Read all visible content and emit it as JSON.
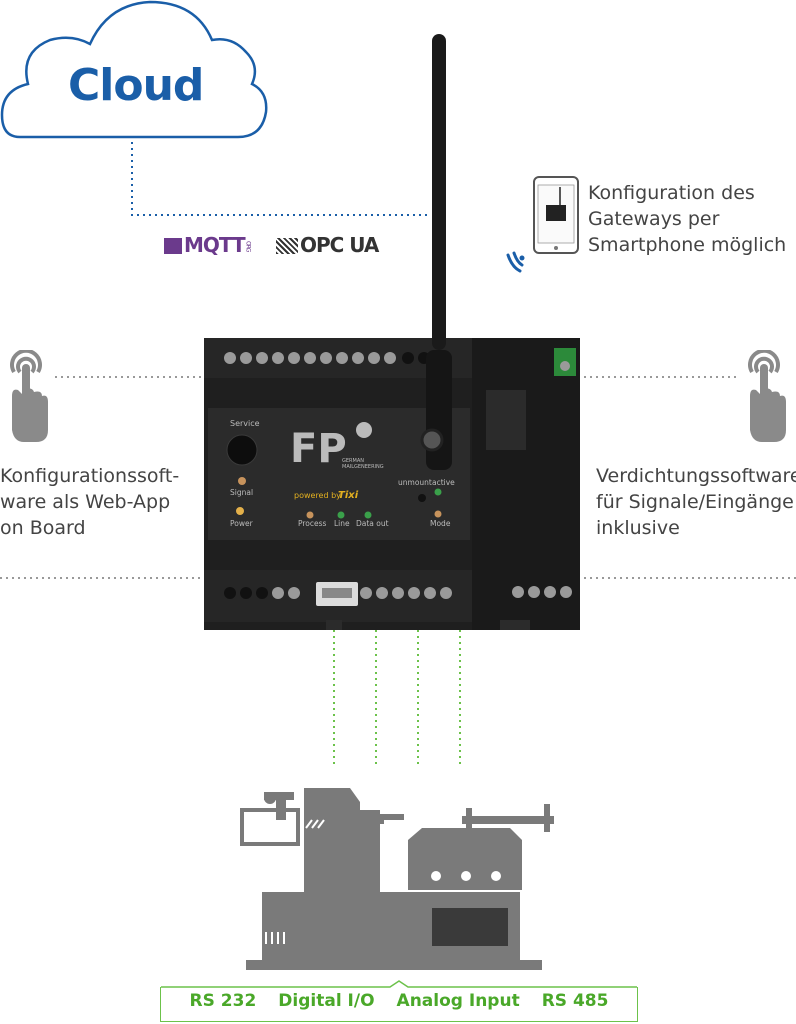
{
  "cloud": {
    "label": "Cloud"
  },
  "protocols": {
    "mqtt": "MQTT",
    "mqtt_suffix": "ORG",
    "opcua": "OPC UA"
  },
  "phone_config": {
    "line1": "Konfiguration des",
    "line2": "Gateways per",
    "line3": "Smartphone möglich"
  },
  "left_feature": {
    "line1": "Konfigurationssoft-",
    "line2": "ware als Web-App",
    "line3": "on Board"
  },
  "right_feature": {
    "line1": "Verdichtungssoftware",
    "line2": "für Signale/Eingänge",
    "line3": "inklusive"
  },
  "device": {
    "brand": "FP",
    "brand_sub1": "GERMAN",
    "brand_sub2": "MAILGENEERING",
    "powered_by": "powered by",
    "powered_brand": "Tixi",
    "labels": {
      "service": "Service",
      "signal": "Signal",
      "power": "Power",
      "process": "Process",
      "line": "Line",
      "data_out": "Data out",
      "unmount": "unmount",
      "active": "active",
      "mode": "Mode"
    }
  },
  "interfaces": [
    "RS 232",
    "Digital I/O",
    "Analog Input",
    "RS 485"
  ],
  "colors": {
    "cloud": "#1a5ea8",
    "green": "#6cc24a",
    "machine": "#7a7a7a",
    "hand": "#8a8a8a"
  }
}
